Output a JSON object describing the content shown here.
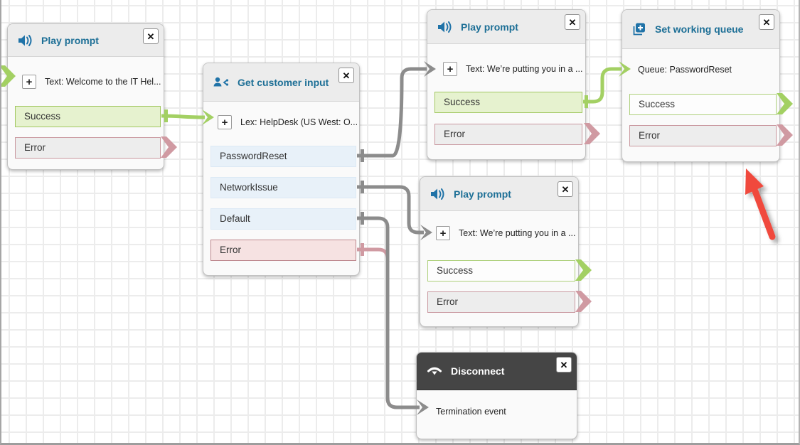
{
  "ui": {
    "close_glyph": "✕",
    "expand_glyph": "+"
  },
  "blocks": [
    {
      "title": "Play prompt",
      "icon": "speaker-icon",
      "content": "Text: Welcome to the IT Hel...",
      "outputs": [
        "Success",
        "Error"
      ]
    },
    {
      "title": "Get customer input",
      "icon": "customer-input-icon",
      "content": "Lex: HelpDesk (US West: O...",
      "outputs": [
        "PasswordReset",
        "NetworkIssue",
        "Default",
        "Error"
      ]
    },
    {
      "title": "Play prompt",
      "icon": "speaker-icon",
      "content": "Text: We’re putting you in a ...",
      "outputs": [
        "Success",
        "Error"
      ]
    },
    {
      "title": "Set working queue",
      "icon": "set-queue-icon",
      "content": "Queue: PasswordReset",
      "outputs": [
        "Success",
        "Error"
      ]
    },
    {
      "title": "Play prompt",
      "icon": "speaker-icon",
      "content": "Text: We’re putting you in a ...",
      "outputs": [
        "Success",
        "Error"
      ]
    },
    {
      "title": "Disconnect",
      "icon": "disconnect-icon",
      "content": "Termination event",
      "outputs": []
    }
  ],
  "colors": {
    "title": "#1d6f96",
    "success": "#a3d063",
    "error": "#d09aa2",
    "neutral": "#8c8c8c",
    "annotation": "#f04a3e"
  }
}
